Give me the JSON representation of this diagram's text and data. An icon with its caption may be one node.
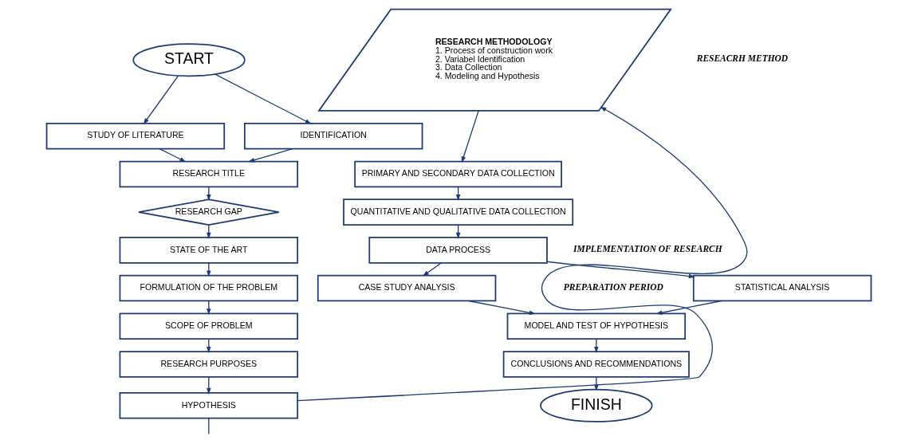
{
  "diagram": {
    "nodes": [
      {
        "text": [
          "START"
        ]
      },
      {
        "text": [
          "STUDY OF LITERATURE"
        ]
      },
      {
        "text": [
          "IDENTIFICATION"
        ]
      },
      {
        "text": [
          "RESEARCH TITLE"
        ]
      },
      {
        "text": [
          "RESEARCH GAP"
        ]
      },
      {
        "text": [
          "STATE OF THE ART"
        ]
      },
      {
        "text": [
          "FORMULATION OF THE PROBLEM"
        ]
      },
      {
        "text": [
          "SCOPE OF PROBLEM"
        ]
      },
      {
        "text": [
          "RESEARCH PURPOSES"
        ]
      },
      {
        "text": [
          "HYPOTHESIS"
        ]
      },
      {
        "text": [
          "RESEARCH METHODOLOGY",
          "1. Process of construction work",
          "2. Variabel Identification",
          "3. Data Collection",
          "4. Modeling and Hypothesis"
        ]
      },
      {
        "text": [
          "PRIMARY AND SECONDARY DATA COLLECTION"
        ]
      },
      {
        "text": [
          "QUANTITATIVE AND QUALITATIVE DATA COLLECTION"
        ]
      },
      {
        "text": [
          "DATA PROCESS"
        ]
      },
      {
        "text": [
          "STATISTICAL ANALYSIS"
        ]
      },
      {
        "text": [
          "CASE STUDY ANALYSIS"
        ]
      },
      {
        "text": [
          "MODEL AND TEST OF HYPOTHESIS"
        ]
      },
      {
        "text": [
          "CONCLUSIONS AND RECOMMENDATIONS"
        ]
      },
      {
        "text": [
          "FINISH"
        ]
      }
    ],
    "edges": [
      {
        "from": 0,
        "to": 1,
        "arrow": "to"
      },
      {
        "from": 0,
        "to": 2,
        "arrow": "to"
      },
      {
        "from": 1,
        "to": 3,
        "arrow": "to"
      },
      {
        "from": 2,
        "to": 3,
        "arrow": "to"
      },
      {
        "from": 3,
        "to": 4,
        "arrow": "to"
      },
      {
        "from": 4,
        "to": 5,
        "arrow": "to"
      },
      {
        "from": 5,
        "to": 6,
        "arrow": "to"
      },
      {
        "from": 6,
        "to": 7,
        "arrow": "to"
      },
      {
        "from": 7,
        "to": 8,
        "arrow": "to"
      },
      {
        "from": 8,
        "to": 9,
        "arrow": "to"
      },
      {
        "from": 9,
        "to": 10,
        "arrow": "to"
      },
      {
        "from": 9,
        "to": null,
        "arrow": "none"
      },
      {
        "from": 10,
        "to": 11,
        "arrow": "to"
      },
      {
        "from": 11,
        "to": 12,
        "arrow": "to"
      },
      {
        "from": 12,
        "to": 13,
        "arrow": "to"
      },
      {
        "from": 13,
        "to": 14,
        "arrow": "to"
      },
      {
        "from": 13,
        "to": 15,
        "arrow": "to"
      },
      {
        "from": 14,
        "to": 16,
        "arrow": "to"
      },
      {
        "from": 15,
        "to": 16,
        "arrow": "to"
      },
      {
        "from": 16,
        "to": 17,
        "arrow": "to"
      },
      {
        "from": 17,
        "to": 18,
        "arrow": "to"
      }
    ],
    "labels": [
      "RESEACRH METHOD",
      "IMPLEMENTATION OF RESEARCH",
      "PREPARATION PERIOD"
    ]
  }
}
